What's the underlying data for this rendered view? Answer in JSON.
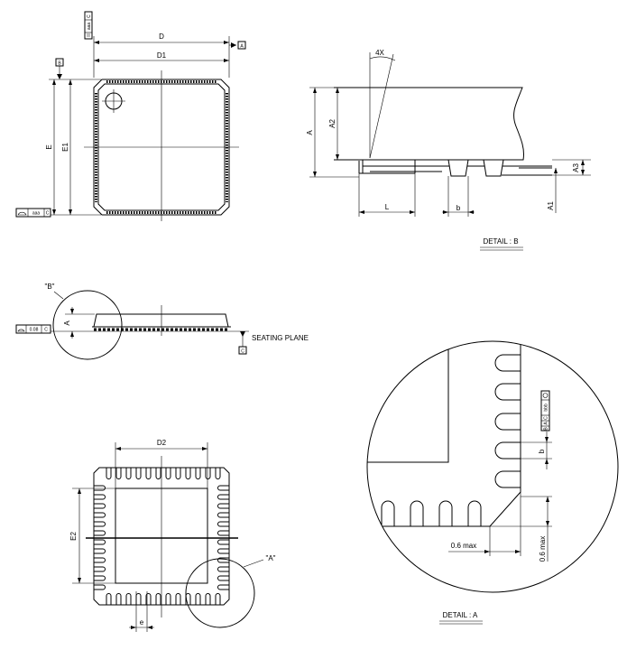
{
  "top_view": {
    "dim_d": "D",
    "dim_d1": "D1",
    "dim_e": "E",
    "dim_e1": "E1",
    "datum_a": "A",
    "datum_b": "B",
    "fcf_parallel_value": "aaa",
    "fcf_parallel_datum": "C",
    "fcf_left_value": "aaa",
    "fcf_left_datum": "C"
  },
  "detail_b": {
    "angle": "4X",
    "dim_a": "A",
    "dim_a2": "A2",
    "dim_a3": "A3",
    "dim_a1": "A1",
    "dim_l": "L",
    "dim_b": "b",
    "title": "DETAIL : B"
  },
  "side_view": {
    "callout": "\"B\"",
    "dim_a": "A",
    "fcf_value": "0.08",
    "fcf_datum": "C",
    "seating_plane": "SEATING PLANE",
    "datum_c": "C"
  },
  "bottom_view": {
    "dim_d2": "D2",
    "dim_e2": "E2",
    "dim_e": "e",
    "callout": "\"A\""
  },
  "detail_a": {
    "fcf_value": "bbb",
    "fcf_datum1": "C",
    "fcf_datum2": "A",
    "fcf_datum3": "B",
    "dim_b": "b",
    "dim_horizontal": "0.6 max",
    "dim_vertical": "0.6 max",
    "title": "DETAIL : A"
  }
}
